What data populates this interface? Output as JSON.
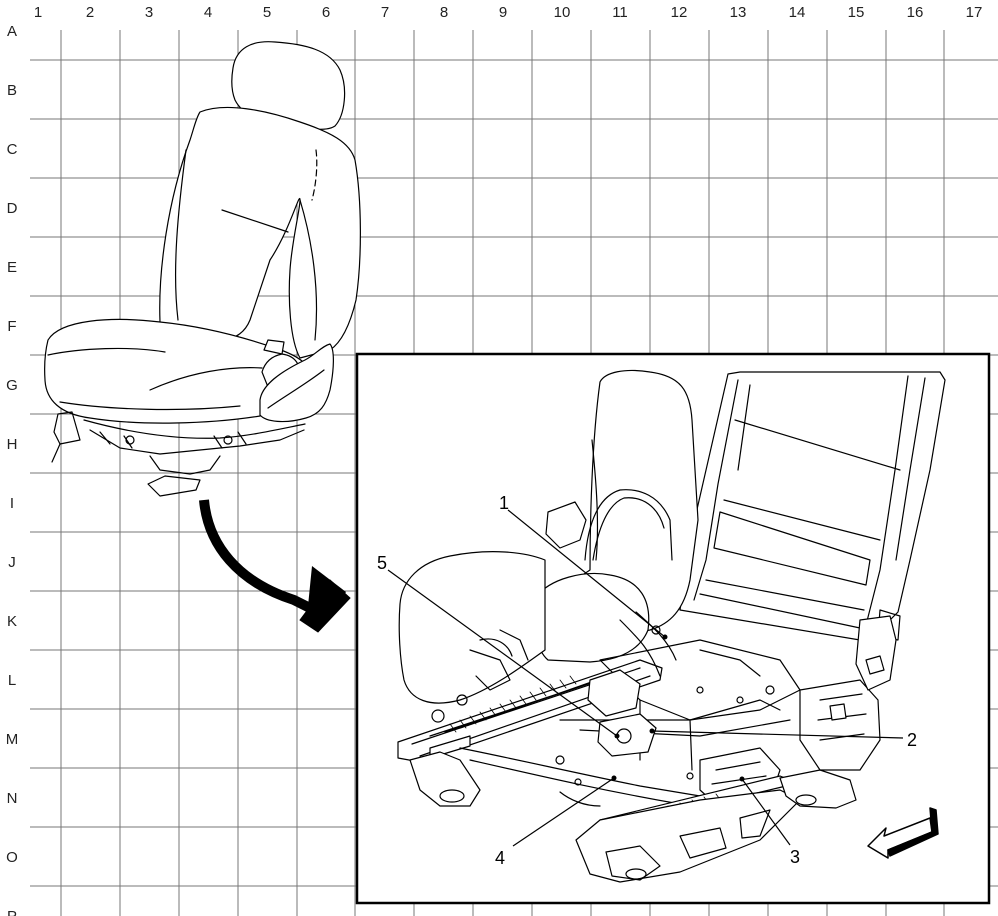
{
  "grid": {
    "columns": [
      "1",
      "2",
      "3",
      "4",
      "5",
      "6",
      "7",
      "8",
      "9",
      "10",
      "11",
      "12",
      "13",
      "14",
      "15",
      "16",
      "17"
    ],
    "rows": [
      "A",
      "B",
      "C",
      "D",
      "E",
      "F",
      "G",
      "H",
      "I",
      "J",
      "K",
      "L",
      "M",
      "N",
      "O",
      "P"
    ]
  },
  "callouts": [
    "1",
    "2",
    "3",
    "4",
    "5"
  ],
  "icons": {
    "overview": "seat-overview-drawing",
    "arrow": "curved-arrow-icon",
    "detail": "seat-frame-detail-drawing",
    "orientation": "direction-arrow-icon"
  },
  "colors": {
    "line": "#000000",
    "background": "#ffffff",
    "grid": "#777777"
  }
}
